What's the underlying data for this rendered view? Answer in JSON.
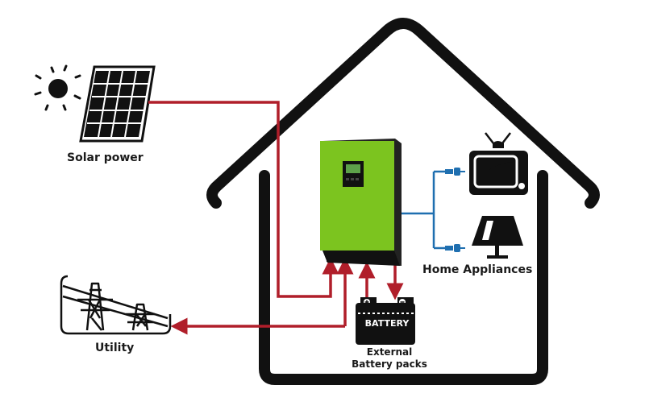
{
  "diagram": {
    "title": "Off-grid solar inverter system",
    "labels": {
      "solar": "Solar power",
      "home_appliances": "Home Appliances",
      "utility": "Utility",
      "battery": "BATTERY",
      "external_battery": "External Battery packs"
    },
    "nodes": [
      {
        "id": "sun",
        "icon": "sun-icon"
      },
      {
        "id": "solar_panel",
        "icon": "solar-panel-icon"
      },
      {
        "id": "inverter",
        "icon": "inverter-icon"
      },
      {
        "id": "tv",
        "icon": "tv-icon"
      },
      {
        "id": "lamp",
        "icon": "lamp-icon"
      },
      {
        "id": "utility",
        "icon": "power-tower-icon"
      },
      {
        "id": "battery",
        "icon": "battery-icon"
      },
      {
        "id": "house",
        "icon": "house-outline-icon"
      }
    ],
    "connections": [
      {
        "from": "solar_panel",
        "to": "inverter",
        "color": "#b01e2a"
      },
      {
        "from": "utility",
        "to": "inverter",
        "color": "#b01e2a"
      },
      {
        "from": "inverter",
        "to": "utility",
        "color": "#b01e2a"
      },
      {
        "from": "battery",
        "to": "inverter",
        "color": "#b01e2a"
      },
      {
        "from": "inverter",
        "to": "battery",
        "color": "#b01e2a"
      },
      {
        "from": "inverter",
        "to": "tv",
        "color": "#1f6fb0"
      },
      {
        "from": "inverter",
        "to": "lamp",
        "color": "#1f6fb0"
      }
    ],
    "colors": {
      "wire_dc_ac": "#b01e2a",
      "wire_load": "#1f6fb0",
      "inverter_green": "#7cc41f",
      "icon_black": "#111111"
    }
  }
}
